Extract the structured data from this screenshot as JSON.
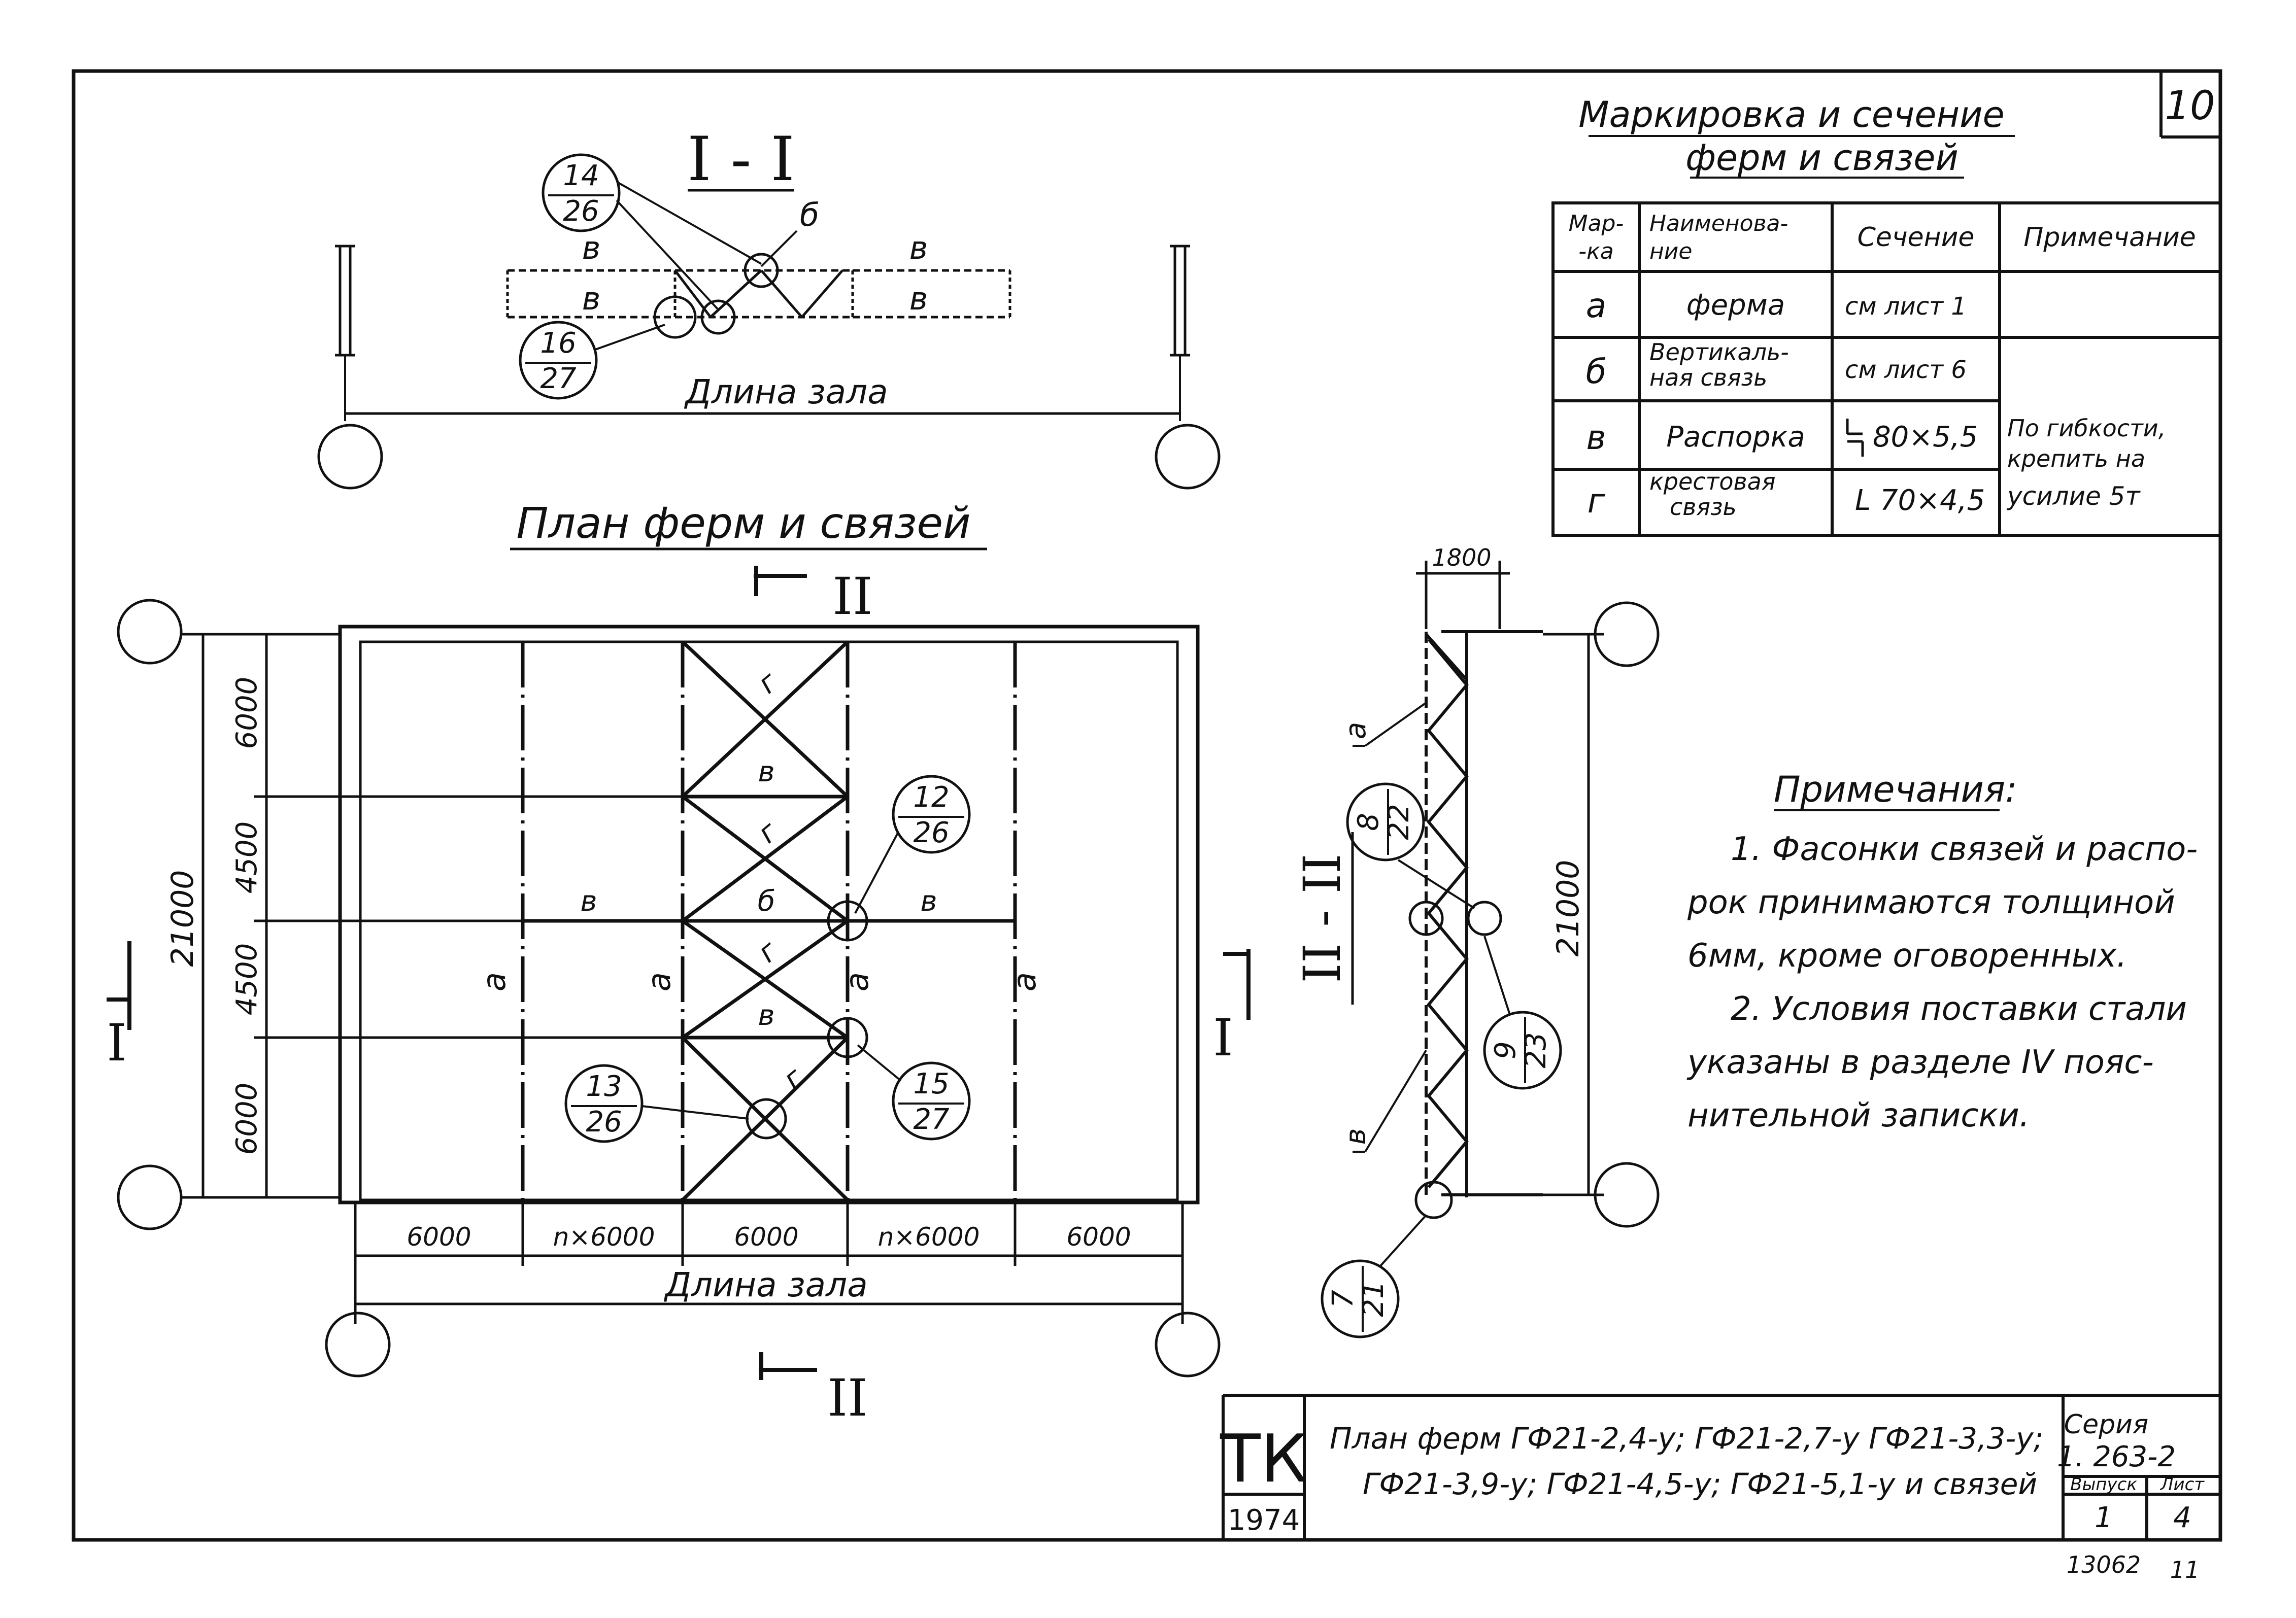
{
  "sheet_number": "10",
  "section_I": {
    "title": "I - I",
    "label_b": "б",
    "label_v1": "в",
    "label_v2": "в",
    "label_v3": "в",
    "label_v4": "в",
    "node_14": {
      "top": "14",
      "bottom": "26"
    },
    "node_16": {
      "top": "16",
      "bottom": "27"
    },
    "length_label": "Длина зала"
  },
  "table": {
    "title_line1": "Маркировка и сечение",
    "title_line2": "ферм и связей",
    "headers": {
      "mark": "Мар-\n-ка",
      "name": "Наименова-\nние",
      "section": "Сечение",
      "note": "Примечание"
    },
    "rows": [
      {
        "mark": "а",
        "name": "ферма",
        "section": "см лист 1",
        "note": ""
      },
      {
        "mark": "б",
        "name": "Вертикаль-\nная связь",
        "section": "см лист 6",
        "note": ""
      },
      {
        "mark": "в",
        "name": "Распорка",
        "section": "80×5,5",
        "note": "По гибкости,\nкрепить на\nусилие 5т"
      },
      {
        "mark": "г",
        "name": "крестовая\nсвязь",
        "section": "L 70×4,5",
        "note": ""
      }
    ],
    "note_line1": "По гибкости,",
    "note_line2": "крепить на",
    "note_line3": "усилие 5т"
  },
  "plan": {
    "title": "План ферм и связей",
    "section_mark": "II",
    "section_mark_side": "I",
    "dim_total_height": "21000",
    "dims_left": [
      "6000",
      "4500",
      "4500",
      "6000"
    ],
    "dims_bottom": [
      "6000",
      "n×6000",
      "6000",
      "n×6000",
      "6000"
    ],
    "length_label": "Длина зала",
    "truss_label": "а",
    "strut_label": "в",
    "cross_label": "г",
    "vert_label": "б",
    "node_12": {
      "top": "12",
      "bottom": "26"
    },
    "node_13": {
      "top": "13",
      "bottom": "26"
    },
    "node_15": {
      "top": "15",
      "bottom": "27"
    }
  },
  "section_II": {
    "title": "II - II",
    "dim_top": "1800",
    "dim_height": "21000",
    "label_a": "а",
    "label_v": "в",
    "node_8": {
      "top": "8",
      "bottom": "22"
    },
    "node_9": {
      "top": "9",
      "bottom": "23"
    },
    "node_7": {
      "top": "7",
      "bottom": "21"
    }
  },
  "notes": {
    "title": "Примечания:",
    "line1": "1. Фасонки связей и распо-",
    "line2": "рок принимаются толщиной",
    "line3": "6мм, кроме оговоренных.",
    "line4": "2. Условия поставки стали",
    "line5": "указаны в разделе IV пояс-",
    "line6": "нительной записки."
  },
  "title_block": {
    "org": "ТК",
    "year": "1974",
    "title_line1": "План ферм ГФ21-2,4-у; ГФ21-2,7-у ГФ21-3,3-у;",
    "title_line2": "ГФ21-3,9-у; ГФ21-4,5-у; ГФ21-5,1-у и связей",
    "series_label": "Серия",
    "series_value": "1. 263-2",
    "issue_label": "Выпуск",
    "issue_value": "1",
    "sheet_label": "Лист",
    "sheet_value": "4",
    "stamp_left": "13062",
    "stamp_right": "11"
  }
}
